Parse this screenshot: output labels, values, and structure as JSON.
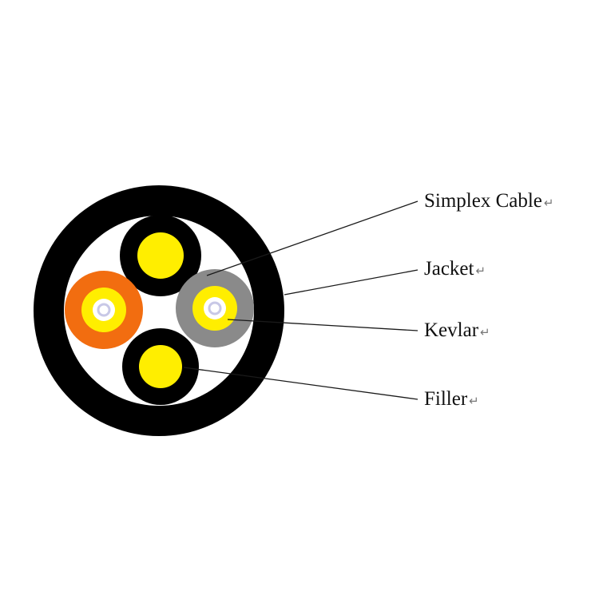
{
  "labels": {
    "simplex_cable": "Simplex Cable",
    "jacket": "Jacket",
    "kevlar": "Kevlar",
    "filler": "Filler",
    "return_mark": "↵"
  },
  "colors": {
    "outer_jacket": "#000000",
    "cable_interior": "#ffffff",
    "filler_ring": "#000000",
    "filler_core": "#ffee00",
    "orange_jacket": "#f26d10",
    "grey_jacket": "#8a8a8a",
    "kevlar": "#ffee00",
    "buffer": "#ffffff",
    "fiber": "#c8c8e6",
    "leader_line": "#1a1a1a"
  }
}
